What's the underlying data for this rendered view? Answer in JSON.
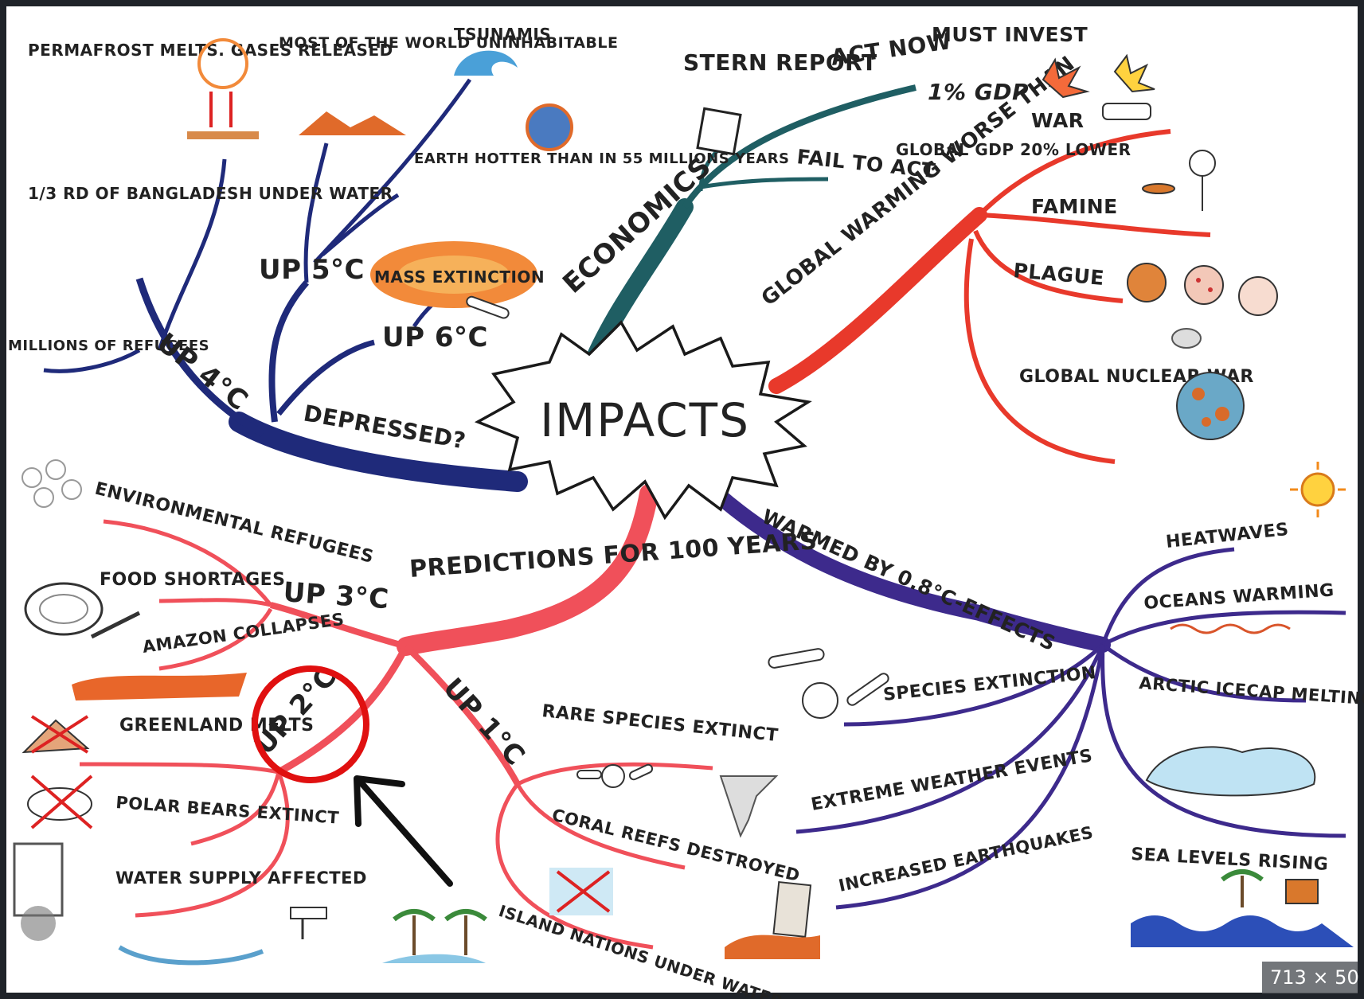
{
  "center": "IMPACTS",
  "branches": {
    "economics": {
      "label": "ECONOMICS",
      "stern_report": "STERN REPORT",
      "act_now": "ACT NOW",
      "must_invest": "MUST INVEST",
      "gdp_1": "1% GDP",
      "fail_to_act": "FAIL TO ACT",
      "global_gdp": "GLOBAL GDP 20% LOWER"
    },
    "worse_than": {
      "label": "GLOBAL WARMING WORSE THAN",
      "items": [
        "WAR",
        "FAMINE",
        "PLAGUE",
        "GLOBAL NUCLEAR WAR"
      ]
    },
    "warmed": {
      "label": "WARMED BY 0.8°C-EFFECTS",
      "items": [
        "HEATWAVES",
        "OCEANS WARMING",
        "ARCTIC ICECAP MELTING",
        "SEA LEVELS RISING",
        "SPECIES EXTINCTION",
        "EXTREME WEATHER EVENTS",
        "INCREASED EARTHQUAKES"
      ]
    },
    "predictions": {
      "label": "PREDICTIONS FOR 100 YEARS",
      "up3": "UP 3°C",
      "up3_items": [
        "ENVIRONMENTAL REFUGEES",
        "FOOD SHORTAGES",
        "AMAZON COLLAPSES"
      ],
      "up2": "UP 2°C",
      "up2_items": [
        "GREENLAND MELTS",
        "POLAR BEARS EXTINCT",
        "WATER SUPPLY AFFECTED"
      ],
      "up1": "UP 1°C",
      "up1_items": [
        "RARE SPECIES EXTINCT",
        "CORAL REEFS DESTROYED",
        "ISLAND NATIONS UNDER WATER"
      ]
    },
    "depressed": {
      "label": "DEPRESSED?",
      "up4": "UP 4°C",
      "up4_items": [
        "PERMAFROST MELTS. GASES RELEASED",
        "1/3 RD OF BANGLADESH UNDER WATER",
        "MILLIONS OF REFUGEES"
      ],
      "up5": "UP 5°C",
      "up5_items": [
        "MOST OF THE WORLD UNINHABITABLE",
        "TSUNAMIS",
        "EARTH HOTTER THAN IN 55 MILLIONS YEARS"
      ],
      "up6": "UP 6°C",
      "up6_items": [
        "MASS EXTINCTION"
      ]
    }
  },
  "image_size_badge": "713 × 50",
  "colors": {
    "economics": "#1f5e63",
    "worse_than": "#e8392b",
    "warmed": "#3d2a8c",
    "predictions": "#f0505a",
    "depressed": "#1f2a7a",
    "highlight_circle": "#e01010",
    "frame": "#1f2329"
  }
}
